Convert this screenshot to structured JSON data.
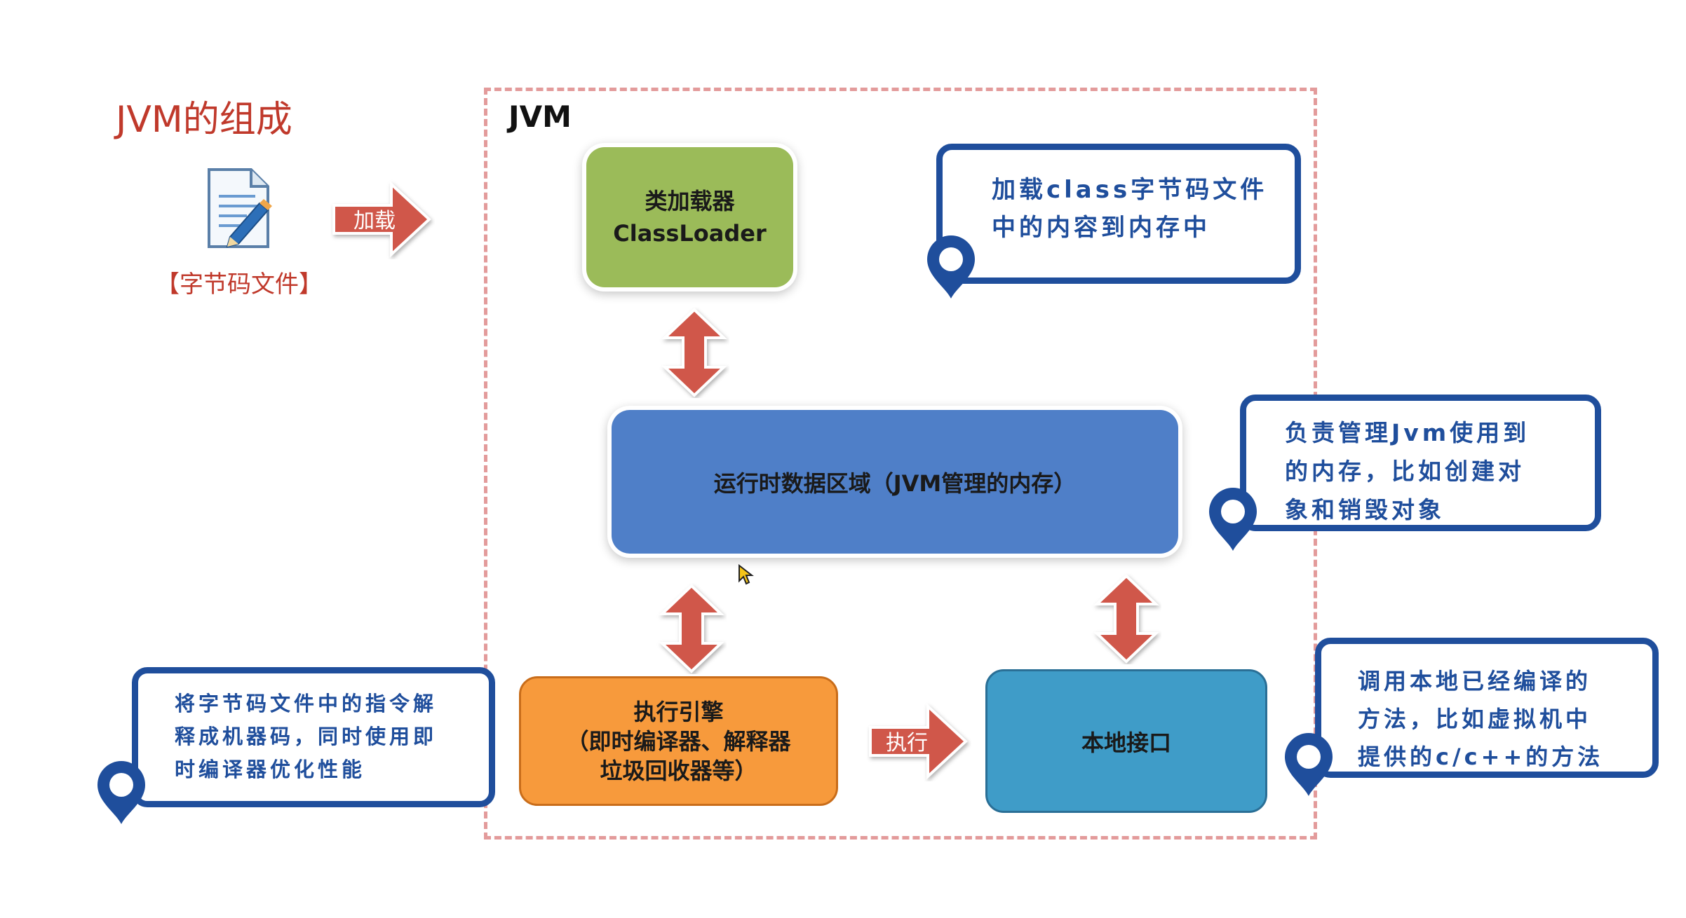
{
  "title": "JVM的组成",
  "file": {
    "label": "【字节码文件】",
    "icon": "document-edit-icon"
  },
  "arrows": {
    "load_label": "加载",
    "execute_label": "执行"
  },
  "jvm": {
    "label": "JVM",
    "classloader": {
      "line1": "类加载器",
      "line2": "ClassLoader"
    },
    "runtime": {
      "label": "运行时数据区域（JVM管理的内存）"
    },
    "engine": {
      "line1": "执行引擎",
      "line2": "（即时编译器、解释器",
      "line3": "垃圾回收器等）"
    },
    "native": {
      "label": "本地接口"
    }
  },
  "callouts": {
    "classloader": {
      "lines": [
        "加载class字节码文件",
        "中的内容到内存中"
      ]
    },
    "runtime": {
      "lines": [
        "负责管理Jvm使用到",
        "的内存，比如创建对",
        "象和销毁对象"
      ]
    },
    "engine": {
      "lines": [
        "将字节码文件中的指令解",
        "释成机器码，同时使用即",
        "时编译器优化性能"
      ]
    },
    "native": {
      "lines": [
        "调用本地已经编译的",
        "方法，比如虚拟机中",
        "提供的c/c++的方法"
      ]
    }
  },
  "colors": {
    "title": "#c0392b",
    "frame": "#e39b9b",
    "classloader": "#9bbb59",
    "runtime": "#4f7fc8",
    "engine": "#f79a3c",
    "native": "#3f9cc8",
    "callout": "#1f4e9c",
    "arrow": "#d0574a"
  }
}
